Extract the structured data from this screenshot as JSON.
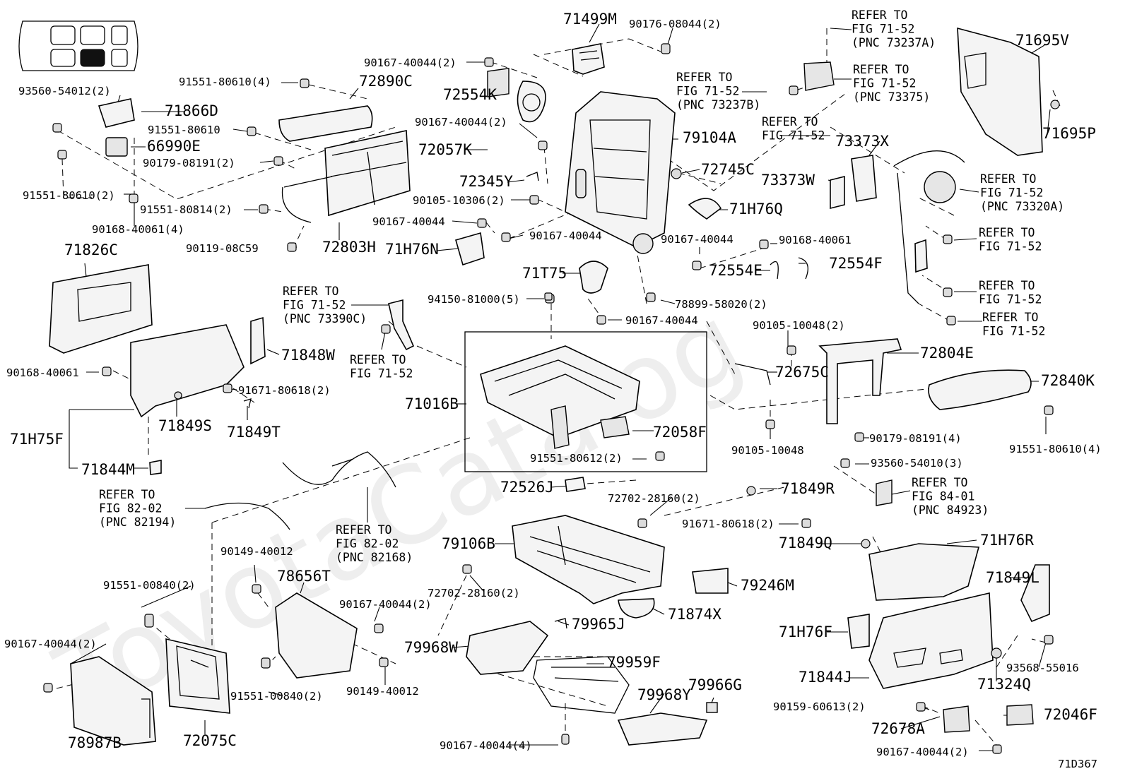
{
  "watermark": "ToyotaCatalog",
  "figure_code": "71D367",
  "labels": [
    {
      "id": "71499M",
      "t": "71499M"
    },
    {
      "id": "90176-08044(2)",
      "t": "90176-08044(2)"
    },
    {
      "id": "ref-71-52-73237A",
      "t": "REFER TO\nFIG 71-52\n(PNC 73237A)"
    },
    {
      "id": "71695V",
      "t": "71695V"
    },
    {
      "id": "90167-40044(2)-a",
      "t": "90167-40044(2)"
    },
    {
      "id": "ref-71-52-73237B",
      "t": "REFER TO\nFIG 71-52\n(PNC 73237B)"
    },
    {
      "id": "ref-71-52-73375",
      "t": "REFER TO\nFIG 71-52\n(PNC 73375)"
    },
    {
      "id": "91551-80610(4)-a",
      "t": "91551-80610(4)"
    },
    {
      "id": "72890C",
      "t": "72890C"
    },
    {
      "id": "72554K",
      "t": "72554K"
    },
    {
      "id": "93560-54012(2)",
      "t": "93560-54012(2)"
    },
    {
      "id": "71866D",
      "t": "71866D"
    },
    {
      "id": "91551-80610",
      "t": "91551-80610"
    },
    {
      "id": "90167-40044(2)-b",
      "t": "90167-40044(2)"
    },
    {
      "id": "79104A",
      "t": "79104A"
    },
    {
      "id": "ref-71-52-a",
      "t": "REFER TO\nFIG 71-52"
    },
    {
      "id": "71695P",
      "t": "71695P"
    },
    {
      "id": "66990E",
      "t": "66990E"
    },
    {
      "id": "72057K",
      "t": "72057K"
    },
    {
      "id": "73373X",
      "t": "73373X"
    },
    {
      "id": "90179-08191(2)",
      "t": "90179-08191(2)"
    },
    {
      "id": "72745C",
      "t": "72745C"
    },
    {
      "id": "72345Y",
      "t": "72345Y"
    },
    {
      "id": "73373W",
      "t": "73373W"
    },
    {
      "id": "ref-71-52-73320A",
      "t": "REFER TO\nFIG 71-52\n(PNC 73320A)"
    },
    {
      "id": "91551-80610(2)",
      "t": "91551-80610(2)"
    },
    {
      "id": "90105-10306(2)",
      "t": "90105-10306(2)"
    },
    {
      "id": "91551-80814(2)",
      "t": "91551-80814(2)"
    },
    {
      "id": "71H76Q",
      "t": "71H76Q"
    },
    {
      "id": "90168-40061(4)",
      "t": "90168-40061(4)"
    },
    {
      "id": "90167-40044-a",
      "t": "90167-40044"
    },
    {
      "id": "ref-71-52-b",
      "t": "REFER TO\nFIG 71-52"
    },
    {
      "id": "90167-40044-b",
      "t": "90167-40044"
    },
    {
      "id": "90167-40044-c",
      "t": "90167-40044"
    },
    {
      "id": "90168-40061-a",
      "t": "90168-40061"
    },
    {
      "id": "90119-08C59",
      "t": "90119-08C59"
    },
    {
      "id": "72803H",
      "t": "72803H"
    },
    {
      "id": "71H76N",
      "t": "71H76N"
    },
    {
      "id": "71826C",
      "t": "71826C"
    },
    {
      "id": "71T75",
      "t": "71T75"
    },
    {
      "id": "72554E",
      "t": "72554E"
    },
    {
      "id": "72554F",
      "t": "72554F"
    },
    {
      "id": "ref-71-52-c",
      "t": "REFER TO\nFIG 71-52"
    },
    {
      "id": "78899-58020(2)",
      "t": "78899-58020(2)"
    },
    {
      "id": "ref-71-52-73390C",
      "t": "REFER TO\nFIG 71-52\n(PNC 73390C)"
    },
    {
      "id": "94150-81000(5)",
      "t": "94150-81000(5)"
    },
    {
      "id": "90167-40044-d",
      "t": "90167-40044"
    },
    {
      "id": "ref-71-52-d",
      "t": "REFER TO\nFIG 71-52"
    },
    {
      "id": "90105-10048(2)",
      "t": "90105-10048(2)"
    },
    {
      "id": "71848W",
      "t": "71848W"
    },
    {
      "id": "ref-71-52-e",
      "t": "REFER TO\nFIG 71-52"
    },
    {
      "id": "72804E",
      "t": "72804E"
    },
    {
      "id": "90168-40061-b",
      "t": "90168-40061"
    },
    {
      "id": "91671-80618(2)-a",
      "t": "91671-80618(2)"
    },
    {
      "id": "72675C",
      "t": "72675C"
    },
    {
      "id": "72840K",
      "t": "72840K"
    },
    {
      "id": "71016B",
      "t": "71016B"
    },
    {
      "id": "71849S",
      "t": "71849S"
    },
    {
      "id": "71849T",
      "t": "71849T"
    },
    {
      "id": "72058F",
      "t": "72058F"
    },
    {
      "id": "71H75F",
      "t": "71H75F"
    },
    {
      "id": "90179-08191(4)",
      "t": "90179-08191(4)"
    },
    {
      "id": "91551-80610(4)-b",
      "t": "91551-80610(4)"
    },
    {
      "id": "90105-10048",
      "t": "90105-10048"
    },
    {
      "id": "91551-80612(2)",
      "t": "91551-80612(2)"
    },
    {
      "id": "93560-54010(3)",
      "t": "93560-54010(3)"
    },
    {
      "id": "71844M",
      "t": "71844M"
    },
    {
      "id": "72526J",
      "t": "72526J"
    },
    {
      "id": "ref-84-01-84923",
      "t": "REFER TO\nFIG 84-01\n(PNC 84923)"
    },
    {
      "id": "71849R",
      "t": "71849R"
    },
    {
      "id": "ref-82-02-82194",
      "t": "REFER TO\nFIG 82-02\n(PNC 82194)"
    },
    {
      "id": "72702-28160(2)-a",
      "t": "72702-28160(2)"
    },
    {
      "id": "91671-80618(2)-b",
      "t": "91671-80618(2)"
    },
    {
      "id": "ref-82-02-82168",
      "t": "REFER TO\nFIG 82-02\n(PNC 82168)"
    },
    {
      "id": "79106B",
      "t": "79106B"
    },
    {
      "id": "71849Q",
      "t": "71849Q"
    },
    {
      "id": "71H76R",
      "t": "71H76R"
    },
    {
      "id": "90149-40012-a",
      "t": "90149-40012"
    },
    {
      "id": "78656T",
      "t": "78656T"
    },
    {
      "id": "91551-00840(2)-a",
      "t": "91551-00840(2)"
    },
    {
      "id": "72702-28160(2)-b",
      "t": "72702-28160(2)"
    },
    {
      "id": "79246M",
      "t": "79246M"
    },
    {
      "id": "71849L",
      "t": "71849L"
    },
    {
      "id": "90167-40044(2)-c",
      "t": "90167-40044(2)"
    },
    {
      "id": "71874X",
      "t": "71874X"
    },
    {
      "id": "79965J",
      "t": "79965J"
    },
    {
      "id": "71H76F",
      "t": "71H76F"
    },
    {
      "id": "90167-40044(2)-d",
      "t": "90167-40044(2)"
    },
    {
      "id": "79968W",
      "t": "79968W"
    },
    {
      "id": "79959F",
      "t": "79959F"
    },
    {
      "id": "93568-55016",
      "t": "93568-55016"
    },
    {
      "id": "71844J",
      "t": "71844J"
    },
    {
      "id": "71324Q",
      "t": "71324Q"
    },
    {
      "id": "91551-00840(2)-b",
      "t": "91551-00840(2)"
    },
    {
      "id": "90149-40012-b",
      "t": "90149-40012"
    },
    {
      "id": "79968Y",
      "t": "79968Y"
    },
    {
      "id": "79966G",
      "t": "79966G"
    },
    {
      "id": "90159-60613(2)",
      "t": "90159-60613(2)"
    },
    {
      "id": "72046F",
      "t": "72046F"
    },
    {
      "id": "78987B",
      "t": "78987B"
    },
    {
      "id": "72075C",
      "t": "72075C"
    },
    {
      "id": "72678A",
      "t": "72678A"
    },
    {
      "id": "90167-40044(4)",
      "t": "90167-40044(4)"
    },
    {
      "id": "90167-40044(2)-e",
      "t": "90167-40044(2)"
    }
  ]
}
